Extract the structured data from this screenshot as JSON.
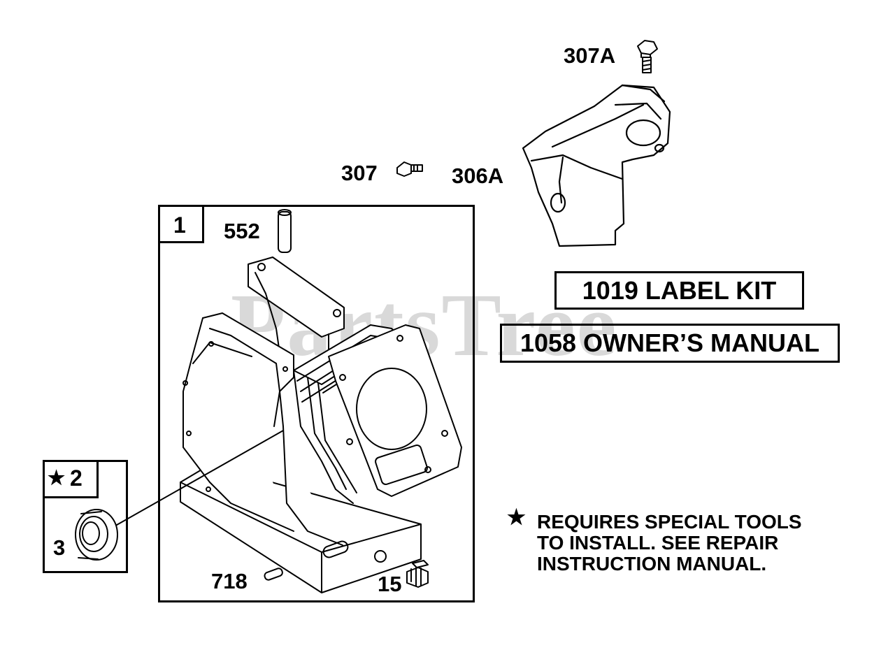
{
  "watermark": "PartsTree",
  "labels": {
    "p307a": "307A",
    "p307": "307",
    "p306a": "306A",
    "p552": "552",
    "p718": "718",
    "p15": "15",
    "p3": "3",
    "kit1": "1",
    "kit2_star": "★",
    "kit2": "2"
  },
  "boxes": {
    "label_kit": "1019 LABEL KIT",
    "owners_manual": "1058 OWNER’S MANUAL"
  },
  "note": {
    "star": "★",
    "lines": [
      "REQUIRES SPECIAL TOOLS",
      "TO INSTALL.  SEE REPAIR",
      "INSTRUCTION MANUAL."
    ]
  }
}
